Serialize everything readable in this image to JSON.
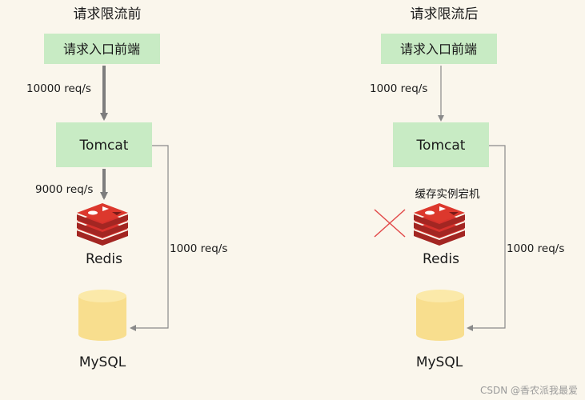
{
  "left": {
    "title": "请求限流前",
    "entry": "请求入口前端",
    "rate_to_tomcat": "10000 req/s",
    "tomcat": "Tomcat",
    "rate_to_redis": "9000 req/s",
    "redis": "Redis",
    "rate_to_mysql": "1000 req/s",
    "mysql": "MySQL"
  },
  "right": {
    "title": "请求限流后",
    "entry": "请求入口前端",
    "rate_to_tomcat": "1000 req/s",
    "tomcat": "Tomcat",
    "redis_note": "缓存实例宕机",
    "redis": "Redis",
    "rate_to_mysql": "1000 req/s",
    "mysql": "MySQL"
  },
  "watermark": "CSDN @香农派我最爱",
  "colors": {
    "background": "#faf6ec",
    "box": "#c8ebc4",
    "arrow": "#8a8a8a",
    "db": "#f8de8e",
    "redis": "#d8322d",
    "cross": "#e24a4a"
  }
}
